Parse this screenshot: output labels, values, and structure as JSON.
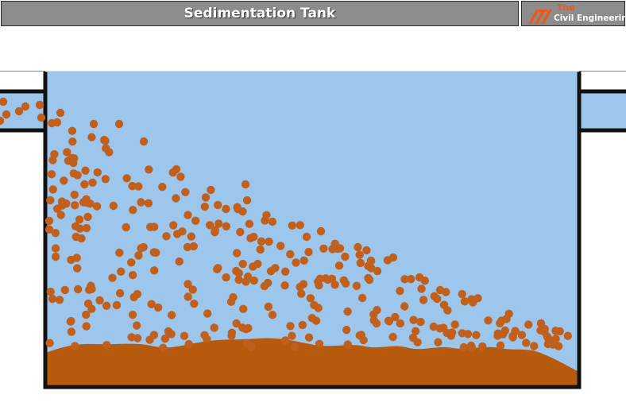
{
  "header": {
    "title": "Sedimentation Tank"
  },
  "logo": {
    "line1": "The",
    "line2": "Civil Engineering",
    "icon": "stripes-logo-icon"
  },
  "colors": {
    "water": "#9dc6ec",
    "particle": "#c0601c",
    "sludge": "#b85a0e",
    "wall": "#111111",
    "header_bg": "#8c8c8c",
    "logo_accent": "#e8591a"
  }
}
